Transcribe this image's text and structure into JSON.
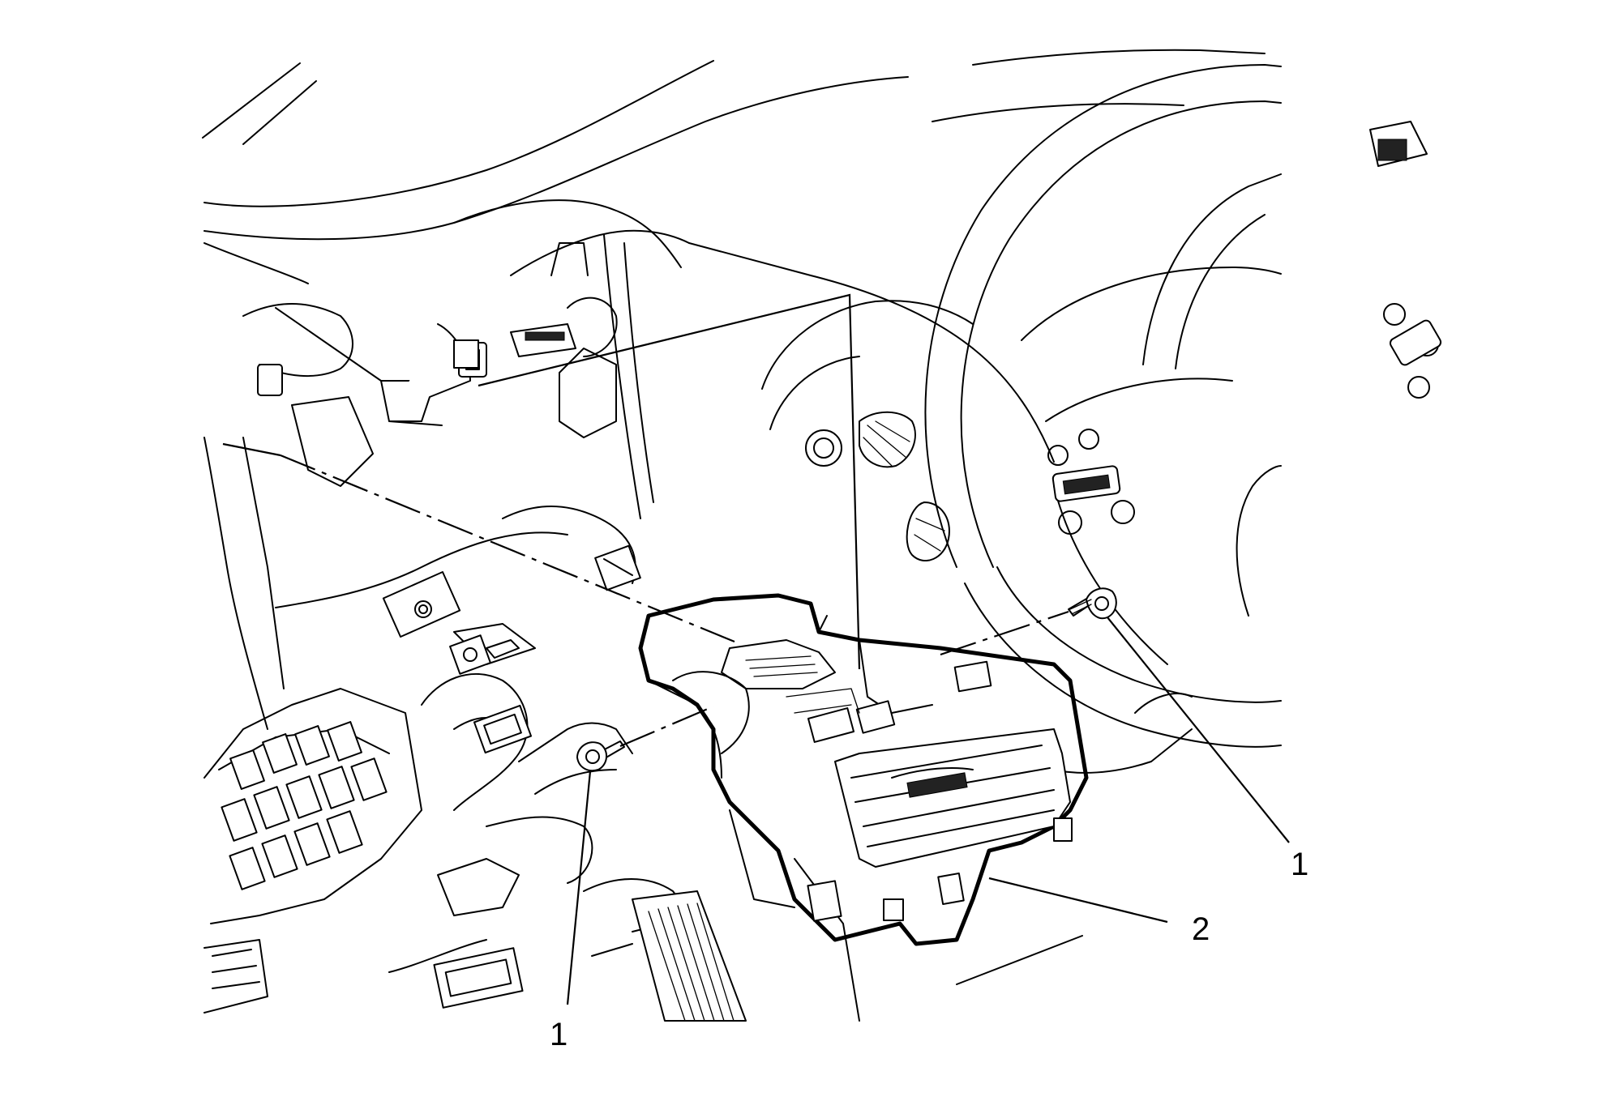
{
  "callouts": [
    {
      "id": "fastener-right",
      "text": "1"
    },
    {
      "id": "fastener-left",
      "text": "1"
    },
    {
      "id": "instrument-panel-component",
      "text": "2"
    }
  ]
}
